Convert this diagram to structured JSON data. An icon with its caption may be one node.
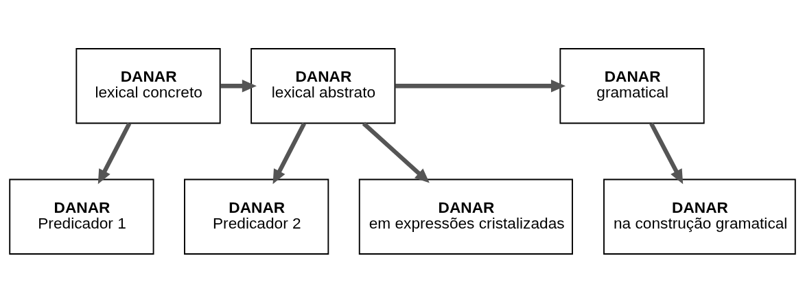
{
  "diagram": {
    "nodes": [
      {
        "text": [
          "DANAR",
          "lexical concreto"
        ]
      },
      {
        "text": [
          "DANAR",
          "lexical abstrato"
        ]
      },
      {
        "text": [
          "DANAR",
          "gramatical"
        ]
      },
      {
        "text": [
          "DANAR",
          "Predicador 1"
        ]
      },
      {
        "text": [
          "DANAR",
          "Predicador 2"
        ]
      },
      {
        "text": [
          "DANAR",
          "em expressões cristalizadas"
        ]
      },
      {
        "text": [
          "DANAR",
          "na construção gramatical"
        ]
      }
    ],
    "edges": [
      {
        "from": 0,
        "to": 1,
        "arrow": "to"
      },
      {
        "from": 1,
        "to": 2,
        "arrow": "to"
      },
      {
        "from": 0,
        "to": 3,
        "arrow": "to"
      },
      {
        "from": 1,
        "to": 4,
        "arrow": "to"
      },
      {
        "from": 1,
        "to": 5,
        "arrow": "to"
      },
      {
        "from": 2,
        "to": 6,
        "arrow": "to"
      }
    ]
  }
}
